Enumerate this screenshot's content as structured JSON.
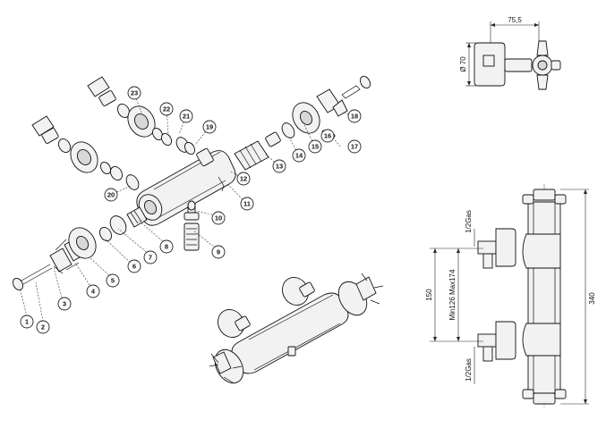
{
  "callouts": [
    "1",
    "2",
    "3",
    "4",
    "5",
    "6",
    "7",
    "8",
    "9",
    "10",
    "11",
    "12",
    "13",
    "14",
    "15",
    "16",
    "17",
    "18",
    "19",
    "20",
    "21",
    "22",
    "23"
  ],
  "dimensions": {
    "top_width": "75,5",
    "top_diameter": "Ø 70",
    "side_inlet_top": "1/2Gas",
    "side_inlet_bottom": "1/2Gas",
    "center_distance": "150",
    "range": "Min126  Max174",
    "height": "340"
  }
}
